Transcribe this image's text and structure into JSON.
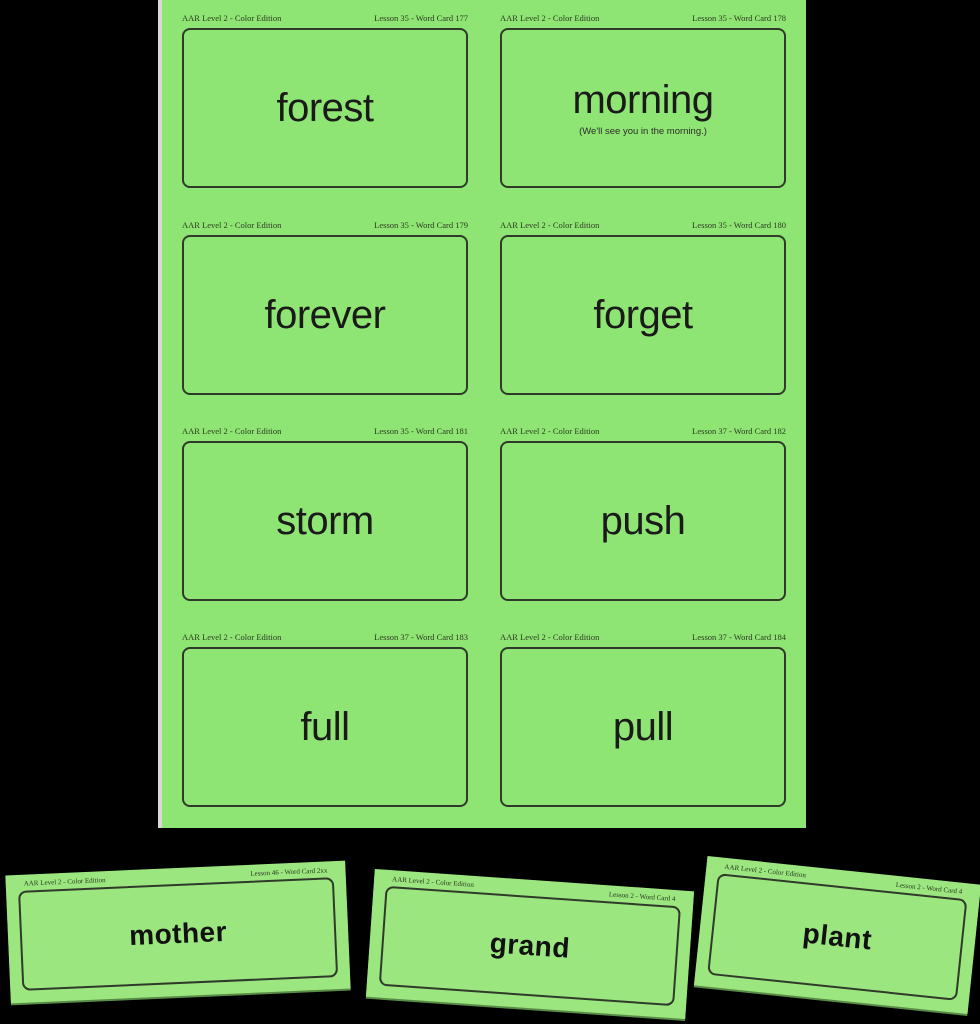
{
  "sheet": {
    "color": "#8fe573",
    "cards": [
      {
        "series": "AAR Level 2 - Color Edition",
        "ref": "Lesson 35 - Word Card 177",
        "word": "forest",
        "sentence": ""
      },
      {
        "series": "AAR Level 2 - Color Edition",
        "ref": "Lesson 35 - Word Card 178",
        "word": "morning",
        "sentence": "(We'll see you in the morning.)"
      },
      {
        "series": "AAR Level 2 - Color Edition",
        "ref": "Lesson 35 - Word Card 179",
        "word": "forever",
        "sentence": ""
      },
      {
        "series": "AAR Level 2 - Color Edition",
        "ref": "Lesson 35 - Word Card 180",
        "word": "forget",
        "sentence": ""
      },
      {
        "series": "AAR Level 2 - Color Edition",
        "ref": "Lesson 35 - Word Card 181",
        "word": "storm",
        "sentence": ""
      },
      {
        "series": "AAR Level 2 - Color Edition",
        "ref": "Lesson 37 - Word Card 182",
        "word": "push",
        "sentence": ""
      },
      {
        "series": "AAR Level 2 - Color Edition",
        "ref": "Lesson 37 - Word Card 183",
        "word": "full",
        "sentence": ""
      },
      {
        "series": "AAR Level 2 - Color Edition",
        "ref": "Lesson 37 - Word Card 184",
        "word": "pull",
        "sentence": ""
      }
    ]
  },
  "loose_cards": [
    {
      "series": "AAR Level 2 - Color Edition",
      "ref": "Lesson 46 - Word Card 2xx",
      "word": "mother"
    },
    {
      "series": "AAR Level 2 - Color Edition",
      "ref": "Lesson 2 - Word Card 4",
      "word": "grand"
    },
    {
      "series": "AAR Level 2 - Color Edition",
      "ref": "Lesson 2 - Word Card 4",
      "word": "plant"
    }
  ]
}
